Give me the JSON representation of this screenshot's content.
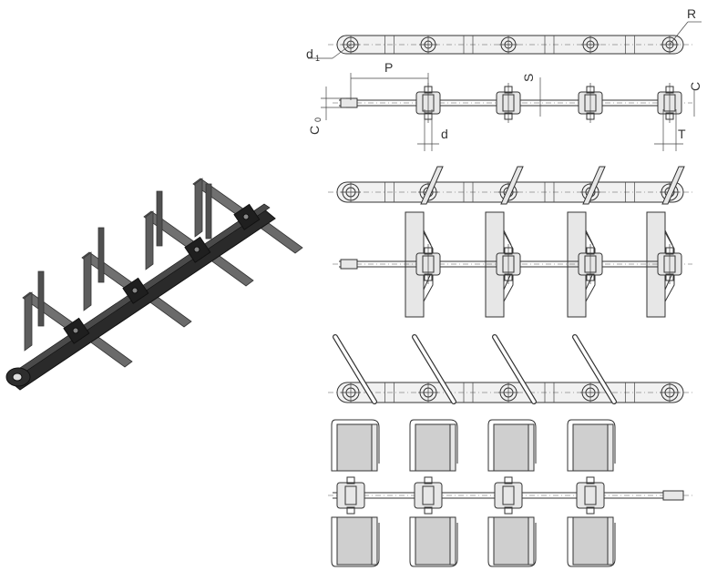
{
  "dimension_labels": {
    "R": "R",
    "d1": "d",
    "d1_sub": "1",
    "P": "P",
    "S": "S",
    "C": "C",
    "C0": "C",
    "C0_sub": "0",
    "d": "d",
    "T": "T"
  }
}
